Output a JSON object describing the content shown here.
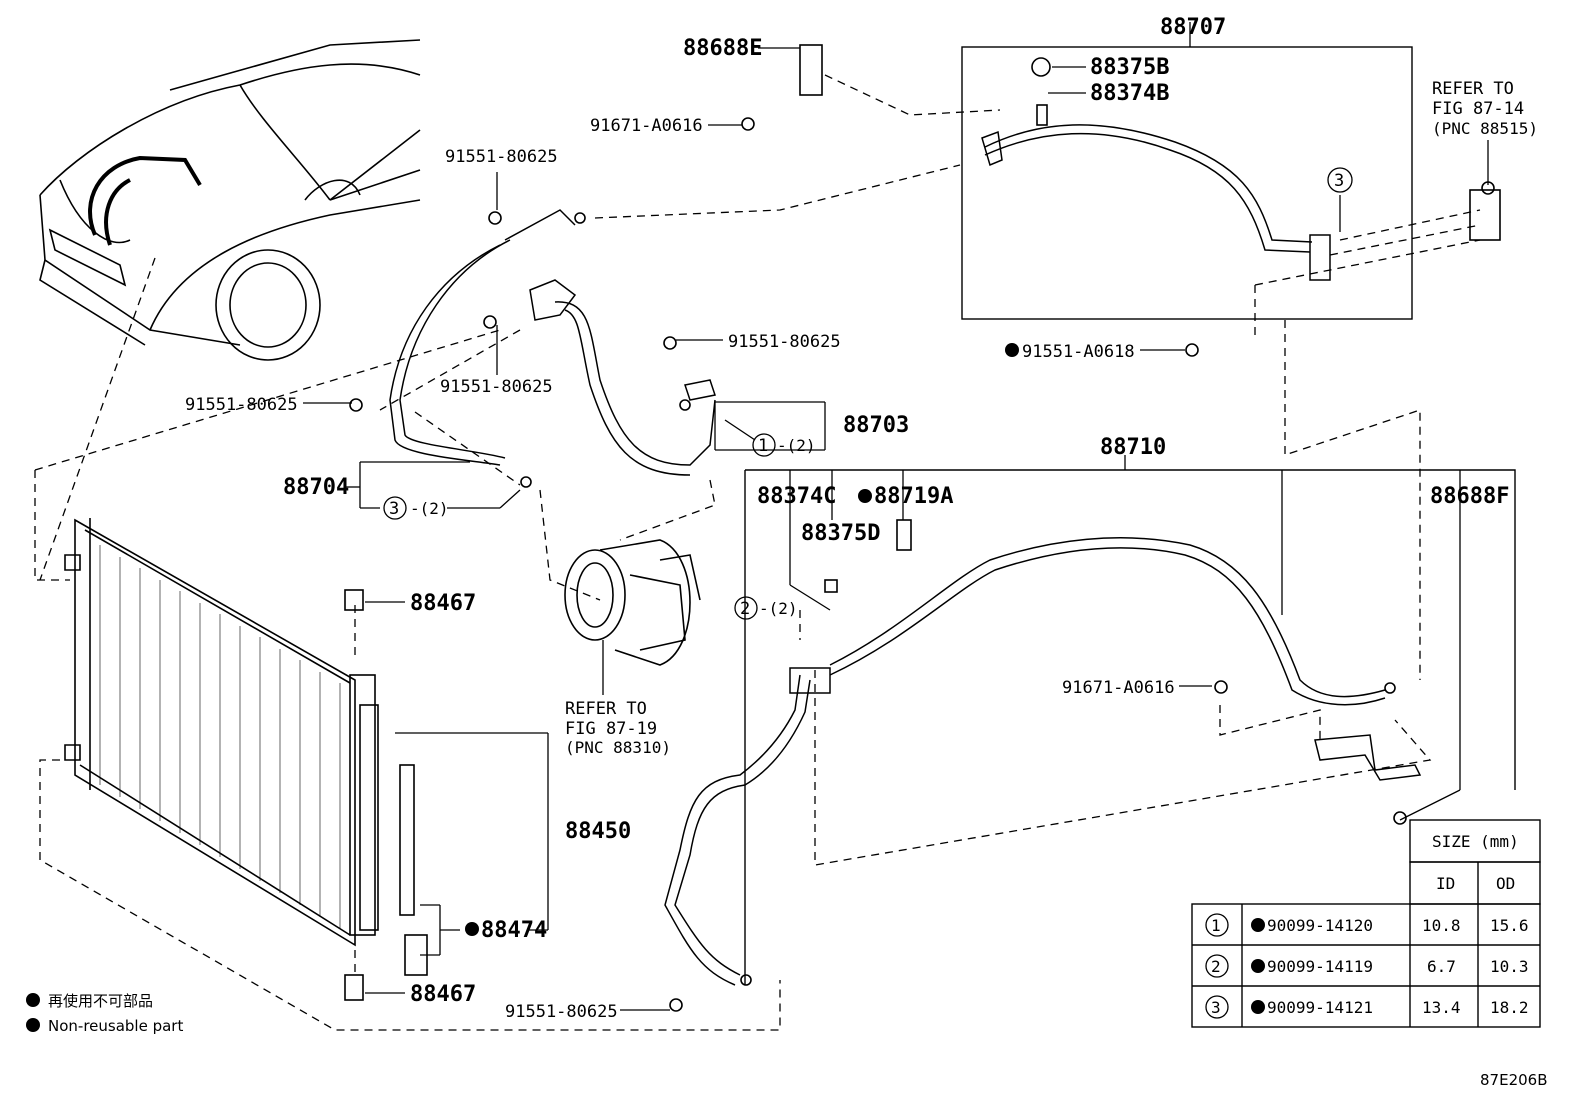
{
  "diagram_id": "87E206B",
  "legend": {
    "non_reusable_jp": "再使用不可部品",
    "non_reusable_en": "Non-reusable part"
  },
  "part_numbers": {
    "p88707": "88707",
    "p88688E": "88688E",
    "p91671_top": "91671-A0616",
    "p91551_a": "91551-80625",
    "p91551_b": "91551-80625",
    "p91551_c": "91551-80625",
    "p91551_d": "91551-80625",
    "p91551_e": "91551-80625",
    "p88375B": "88375B",
    "p88374B": "88374B",
    "p91551_A0618": "91551-A0618",
    "p88703": "88703",
    "p88704": "88704",
    "p88710": "88710",
    "p88374C": "88374C",
    "p88719A": "88719A",
    "p88375D": "88375D",
    "p88688F": "88688F",
    "p91671_mid": "91671-A0616",
    "p88467_top": "88467",
    "p88467_bot": "88467",
    "p88450": "88450",
    "p88474": "88474"
  },
  "callouts": {
    "c1_num": "1",
    "c1_qty": "-(2)",
    "c2_num": "2",
    "c2_qty": "-(2)",
    "c3_num": "3",
    "c3_qty": "-(2)",
    "c3_top": "3"
  },
  "refs": {
    "ref1_l1": "REFER TO",
    "ref1_l2": "FIG 87-14",
    "ref1_l3": "(PNC 88515)",
    "ref2_l1": "REFER TO",
    "ref2_l2": "FIG 87-19",
    "ref2_l3": "(PNC 88310)"
  },
  "size_table": {
    "title": "SIZE (mm)",
    "col_id": "ID",
    "col_od": "OD",
    "rows": [
      {
        "num": "1",
        "part": "90099-14120",
        "id": "10.8",
        "od": "15.6"
      },
      {
        "num": "2",
        "part": "90099-14119",
        "id": "6.7",
        "od": "10.3"
      },
      {
        "num": "3",
        "part": "90099-14121",
        "id": "13.4",
        "od": "18.2"
      }
    ]
  }
}
